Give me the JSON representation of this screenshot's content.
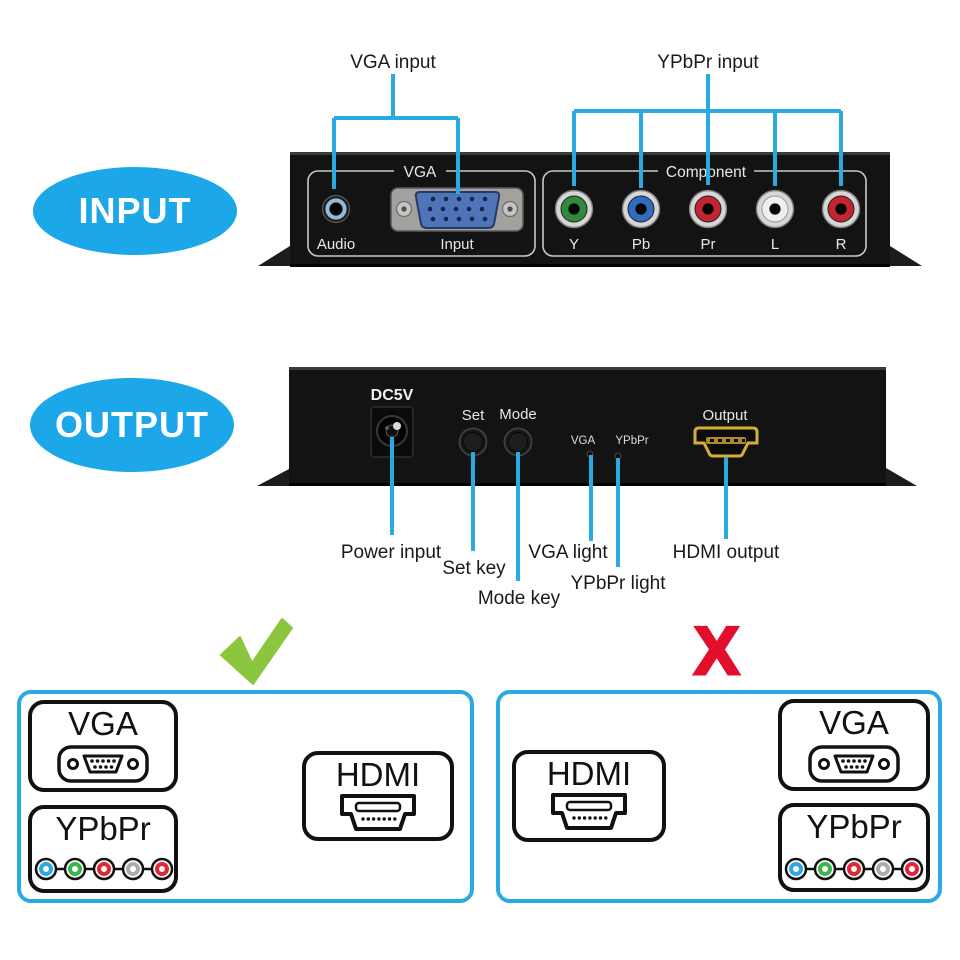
{
  "colors": {
    "accent_blue": "#29ABE2",
    "badge_blue": "#1BA7E8",
    "check_green": "#8CC63F",
    "x_red": "#E30E2C",
    "panel_black": "#131313",
    "hdmi_gold": "#D4AF37"
  },
  "input": {
    "badge": "INPUT",
    "callout_vga": "VGA input",
    "callout_ypbpr": "YPbPr input",
    "group_vga": "VGA",
    "group_component": "Component",
    "audio_label": "Audio",
    "vga_port_label": "Input",
    "jacks": [
      {
        "label": "Y",
        "color": "#2F8A3C"
      },
      {
        "label": "Pb",
        "color": "#2D6CC0"
      },
      {
        "label": "Pr",
        "color": "#C42430"
      },
      {
        "label": "L",
        "color": "#EFEFEF"
      },
      {
        "label": "R",
        "color": "#C42430"
      }
    ]
  },
  "output": {
    "badge": "OUTPUT",
    "dc_label": "DC5V",
    "set_label": "Set",
    "mode_label": "Mode",
    "vga_led_label": "VGA",
    "ypbpr_led_label": "YPbPr",
    "output_label": "Output",
    "callouts": {
      "power": "Power input",
      "set": "Set key",
      "mode": "Mode key",
      "vga": "VGA light",
      "ypbpr": "YPbPr light",
      "hdmi": "HDMI output"
    }
  },
  "compare": {
    "wrong_mark": "X",
    "left": {
      "source_top": "VGA",
      "source_bottom": "YPbPr",
      "target": "HDMI"
    },
    "right": {
      "source": "HDMI",
      "target_top": "VGA",
      "target_bottom": "YPbPr"
    },
    "rca_colors": [
      "#2FA8E1",
      "#3AB54A",
      "#E02735",
      "#ADADAD",
      "#E02735"
    ]
  }
}
